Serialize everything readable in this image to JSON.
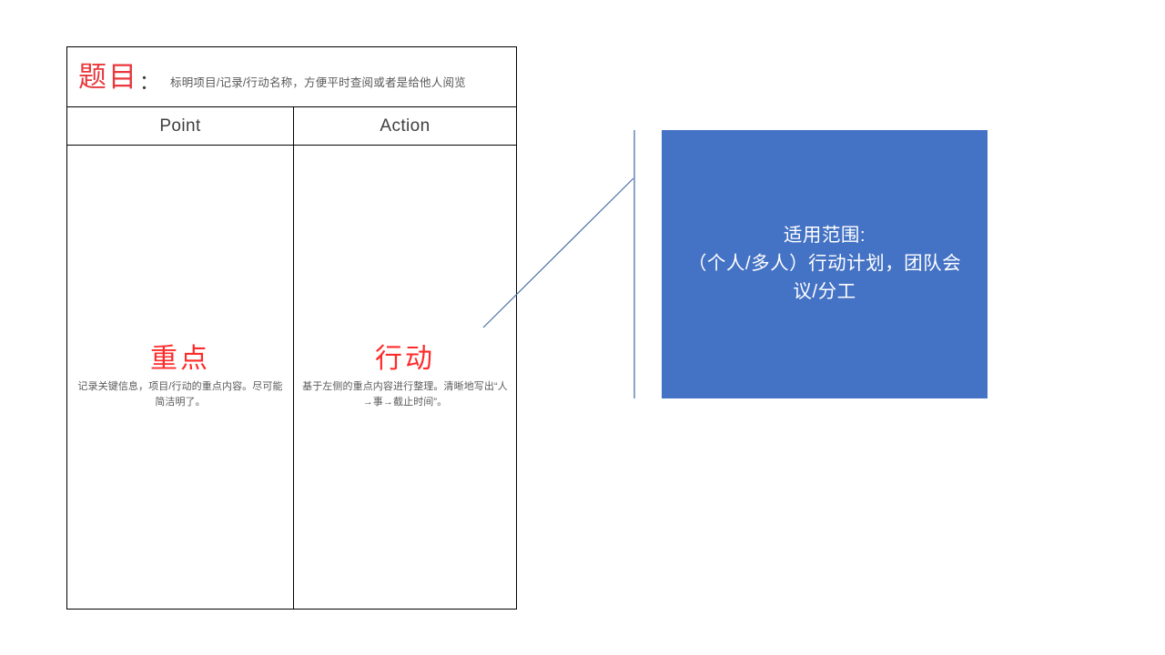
{
  "slide": {
    "background_color": "#FFFFFF"
  },
  "table": {
    "title": {
      "label": "题目",
      "colon": "：",
      "subtitle": "标明项目/记录/行动名称，方便平时查阅或者是给他人阅览",
      "label_color": "#E8383D"
    },
    "columns": [
      {
        "header": "Point"
      },
      {
        "header": "Action"
      }
    ],
    "cells": [
      {
        "heading": "重点",
        "heading_color": "#FF2B2B",
        "description": "记录关键信息，项目/行动的重点内容。尽可能简洁明了。"
      },
      {
        "heading": "行动",
        "heading_color": "#FF2B2B",
        "description": "基于左侧的重点内容进行整理。清晰地写出“人→事→截止时间”。"
      }
    ]
  },
  "callout": {
    "text": "适用范围:\n（个人/多人）行动计划，团队会议/分工",
    "background_color": "#4472C4",
    "text_color": "#FFFFFF"
  },
  "connector": {
    "line_color": "#4A6FA5",
    "bar_color": "#6E8DBE"
  }
}
